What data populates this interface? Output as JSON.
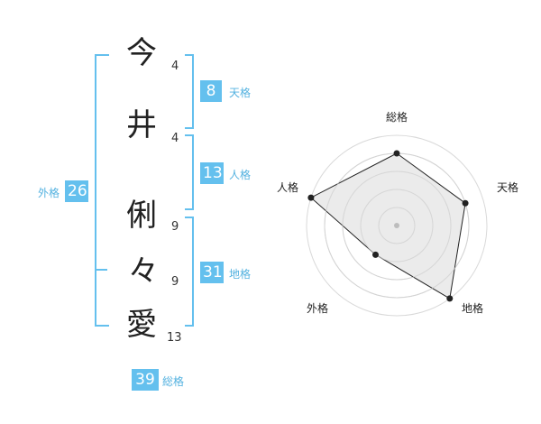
{
  "name": {
    "chars": [
      {
        "char": "今",
        "strokes": "4"
      },
      {
        "char": "井",
        "strokes": "4"
      },
      {
        "char": "俐",
        "strokes": "9"
      },
      {
        "char": "々",
        "strokes": "9"
      },
      {
        "char": "愛",
        "strokes": "13"
      }
    ]
  },
  "kaku": {
    "tenkaku": {
      "value": "8",
      "label": "天格"
    },
    "jinkaku": {
      "value": "13",
      "label": "人格"
    },
    "chikaku": {
      "value": "31",
      "label": "地格"
    },
    "gaikaku": {
      "value": "26",
      "label": "外格"
    },
    "soukaku": {
      "value": "39",
      "label": "総格"
    }
  },
  "colors": {
    "accent": "#64c0ee",
    "radar_fill": "#e6e6e6",
    "radar_line": "#222222"
  },
  "chart_data": {
    "type": "radar",
    "axes": [
      "総格",
      "天格",
      "地格",
      "外格",
      "人格"
    ],
    "values": [
      4,
      4,
      5,
      2,
      5
    ],
    "range": [
      0,
      5
    ],
    "rings": 5
  }
}
